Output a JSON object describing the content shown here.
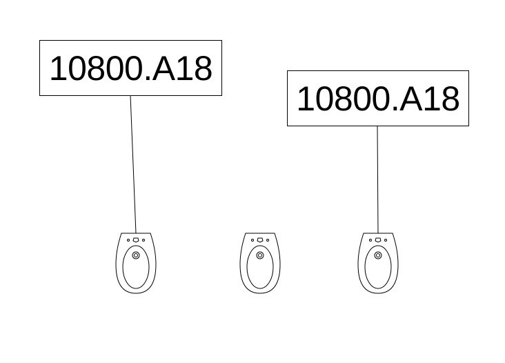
{
  "tags": [
    {
      "label": "10800.A18"
    },
    {
      "label": "10800.A18"
    }
  ],
  "fixtures": [
    {
      "type": "bidet",
      "tagged": true
    },
    {
      "type": "bidet",
      "tagged": false
    },
    {
      "type": "bidet",
      "tagged": true
    }
  ],
  "colors": {
    "line": "#000000",
    "background": "#ffffff"
  }
}
